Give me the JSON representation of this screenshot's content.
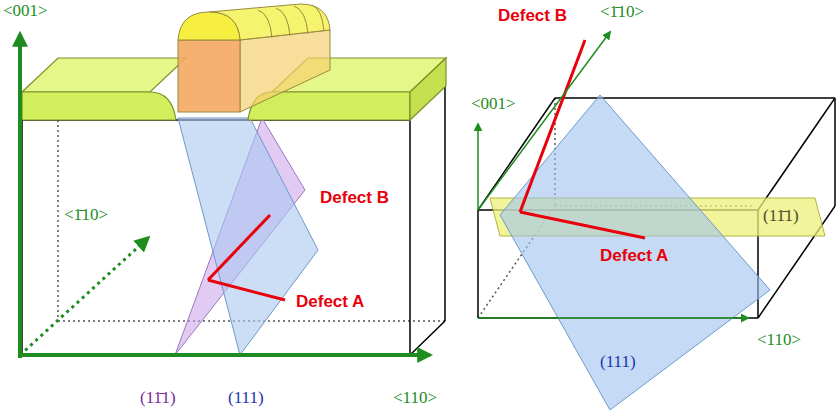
{
  "diagram": {
    "labels": [
      "<001>",
      "Defect B",
      "<1̄10>",
      "<001>",
      "<1̄10>",
      "Defect B",
      "(11̄1)",
      "Defect A",
      "Defect A",
      "<110>",
      "(111)",
      "(11̄1)",
      "(111)",
      "<110>"
    ]
  }
}
